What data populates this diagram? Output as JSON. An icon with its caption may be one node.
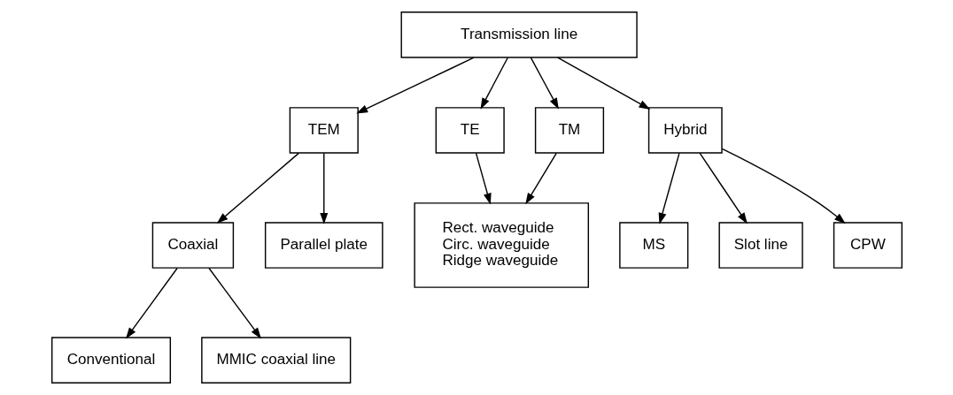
{
  "diagram": {
    "nodes": [
      {
        "text": [
          "Transmission line"
        ]
      },
      {
        "text": [
          "TEM"
        ]
      },
      {
        "text": [
          "TE"
        ]
      },
      {
        "text": [
          "TM"
        ]
      },
      {
        "text": [
          "Hybrid"
        ]
      },
      {
        "text": [
          "Coaxial"
        ]
      },
      {
        "text": [
          "Parallel plate"
        ]
      },
      {
        "text": [
          "Rect. waveguide",
          "Circ. waveguide",
          "Ridge waveguide"
        ]
      },
      {
        "text": [
          "MS"
        ]
      },
      {
        "text": [
          "Slot line"
        ]
      },
      {
        "text": [
          "CPW"
        ]
      },
      {
        "text": [
          "Conventional"
        ]
      },
      {
        "text": [
          "MMIC coaxial line"
        ]
      }
    ],
    "edges": [
      {
        "from": 0,
        "to": 1,
        "arrow": "to"
      },
      {
        "from": 0,
        "to": 2,
        "arrow": "to"
      },
      {
        "from": 0,
        "to": 3,
        "arrow": "to"
      },
      {
        "from": 0,
        "to": 4,
        "arrow": "to"
      },
      {
        "from": 1,
        "to": 5,
        "arrow": "to"
      },
      {
        "from": 1,
        "to": 6,
        "arrow": "to"
      },
      {
        "from": 2,
        "to": 7,
        "arrow": "to"
      },
      {
        "from": 3,
        "to": 7,
        "arrow": "to"
      },
      {
        "from": 4,
        "to": 8,
        "arrow": "to"
      },
      {
        "from": 4,
        "to": 9,
        "arrow": "to"
      },
      {
        "from": 4,
        "to": 10,
        "arrow": "to"
      },
      {
        "from": 5,
        "to": 11,
        "arrow": "to"
      },
      {
        "from": 5,
        "to": 12,
        "arrow": "to"
      }
    ]
  }
}
